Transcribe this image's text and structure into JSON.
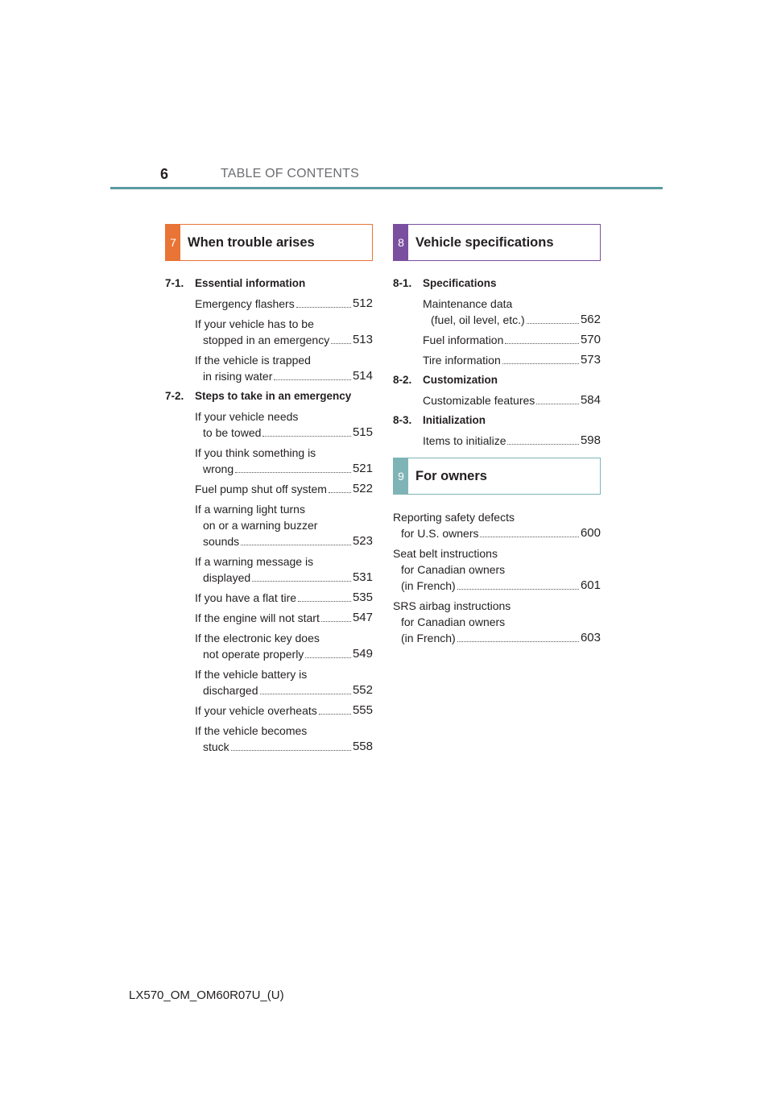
{
  "header": {
    "page_number": "6",
    "title": "TABLE OF CONTENTS"
  },
  "colors": {
    "section7": "#e87436",
    "section8": "#7b4fa0",
    "section9": "#7fb4b6",
    "rule": "#5b9aa0"
  },
  "sections": {
    "s7": {
      "number": "7",
      "title": "When trouble arises",
      "subs": [
        {
          "num": "7-1.",
          "title": "Essential information",
          "entries": [
            {
              "lines": [
                "Emergency flashers"
              ],
              "page": "512"
            },
            {
              "lines": [
                "If your vehicle has to be",
                "stopped in an emergency"
              ],
              "page": "513"
            },
            {
              "lines": [
                "If the vehicle is trapped",
                "in rising water"
              ],
              "page": "514"
            }
          ]
        },
        {
          "num": "7-2.",
          "title": "Steps to take in an emergency",
          "entries": [
            {
              "lines": [
                "If your vehicle needs",
                "to be towed"
              ],
              "page": "515"
            },
            {
              "lines": [
                "If you think something is",
                "wrong"
              ],
              "page": "521"
            },
            {
              "lines": [
                "Fuel pump shut off system"
              ],
              "page": "522"
            },
            {
              "lines": [
                "If a warning light turns",
                "on or a warning buzzer",
                "sounds"
              ],
              "page": "523"
            },
            {
              "lines": [
                "If a warning message is",
                "displayed"
              ],
              "page": "531"
            },
            {
              "lines": [
                "If you have a flat tire"
              ],
              "page": "535"
            },
            {
              "lines": [
                "If the engine will not start"
              ],
              "page": "547"
            },
            {
              "lines": [
                "If the electronic key does",
                "not operate properly"
              ],
              "page": "549"
            },
            {
              "lines": [
                "If the vehicle battery is",
                "discharged"
              ],
              "page": "552"
            },
            {
              "lines": [
                "If your vehicle overheats"
              ],
              "page": "555"
            },
            {
              "lines": [
                "If the vehicle becomes",
                "stuck"
              ],
              "page": "558"
            }
          ]
        }
      ]
    },
    "s8": {
      "number": "8",
      "title": "Vehicle specifications",
      "subs": [
        {
          "num": "8-1.",
          "title": "Specifications",
          "entries": [
            {
              "lines": [
                "Maintenance data",
                "(fuel, oil level, etc.)"
              ],
              "page": "562"
            },
            {
              "lines": [
                "Fuel information"
              ],
              "page": "570"
            },
            {
              "lines": [
                "Tire information"
              ],
              "page": "573"
            }
          ]
        },
        {
          "num": "8-2.",
          "title": "Customization",
          "entries": [
            {
              "lines": [
                "Customizable features"
              ],
              "page": "584"
            }
          ]
        },
        {
          "num": "8-3.",
          "title": "Initialization",
          "entries": [
            {
              "lines": [
                "Items to initialize"
              ],
              "page": "598"
            }
          ]
        }
      ]
    },
    "s9": {
      "number": "9",
      "title": "For owners",
      "entries": [
        {
          "lines": [
            "Reporting safety defects",
            "for U.S. owners"
          ],
          "page": "600"
        },
        {
          "lines": [
            "Seat belt instructions",
            "for Canadian owners",
            "(in French)"
          ],
          "page": "601"
        },
        {
          "lines": [
            "SRS airbag instructions",
            "for Canadian owners",
            "(in French)"
          ],
          "page": "603"
        }
      ]
    }
  },
  "footer": {
    "code": "LX570_OM_OM60R07U_(U)"
  }
}
